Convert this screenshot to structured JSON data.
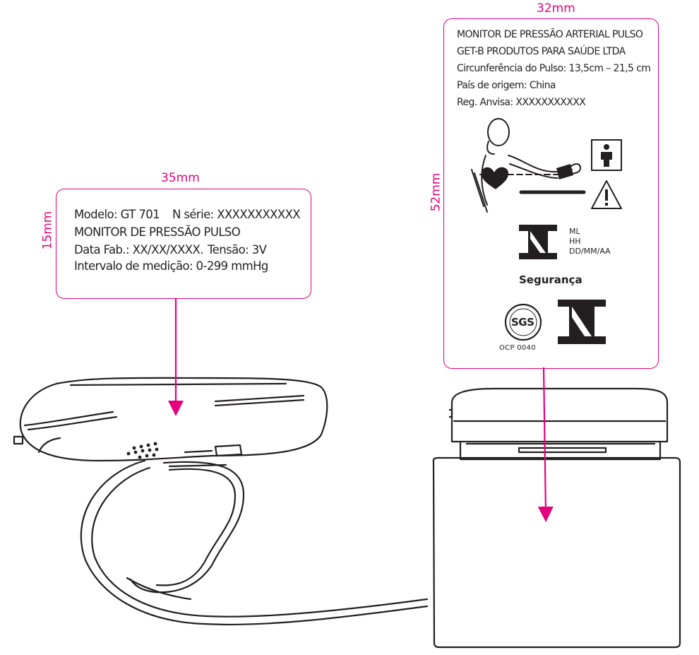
{
  "left_label": {
    "width_dim": "35mm",
    "height_dim": "15mm",
    "model_line": "Modelo: GT 701",
    "serial_line": "N série: XXXXXXXXXXX",
    "product_line": "MONITOR DE PRESSÃO PULSO",
    "date_line": "Data Fab.: XX/XX/XXXX.",
    "voltage_line": "Tensão: 3V",
    "range_line": "Intervalo de medição: 0-299 mmHg"
  },
  "right_label": {
    "width_dim": "32mm",
    "height_dim": "52mm",
    "lines": [
      "MONITOR DE PRESSÃO ARTERIAL PULSO",
      "GET-B PRODUTOS PARA SAÚDE LTDA",
      "Circunferência do Pulso: 13,5cm – 21,5 cm",
      "País de origem: China",
      "Reg. Anvisa: XXXXXXXXXXX"
    ],
    "inmetro_codes": [
      "ML",
      "HH",
      "DD/MM/AA"
    ],
    "safety_text": "Segurança",
    "sgs_text": "SGS",
    "ocp_text": "OCP 0040"
  },
  "colors": {
    "accent": "#e6007e",
    "ink": "#231f20"
  },
  "icons": [
    "type-bf-icon",
    "warning-icon",
    "inmetro-logo",
    "sgs-logo",
    "posture-illustration"
  ]
}
